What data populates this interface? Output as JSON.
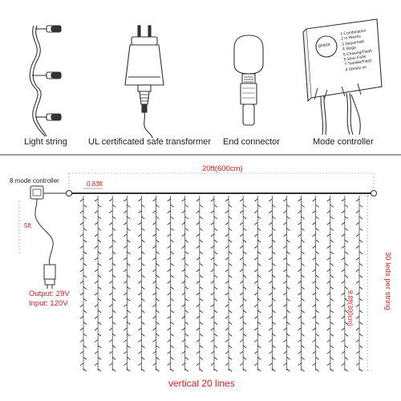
{
  "top_row": {
    "light_string": "Light string",
    "transformer": "UL certificated safe transformer",
    "end_connector": "End connector",
    "mode_controller": "Mode controller"
  },
  "controller_box": {
    "button_label": "press",
    "modes": [
      "1 Combination",
      "2 In Waves",
      "3 Sequential",
      "4 Slogs",
      "5 Chasing/Flash",
      "6 Slow Fade",
      "7 Twinkle/Flash",
      "8 Steady on"
    ]
  },
  "diagram": {
    "controller_label": "8 mode controller",
    "cable_length": "5ft",
    "output": "Output: 29V",
    "input": "Input: 120V",
    "total_width": "20ft(600cm)",
    "line_spacing": "0.83ft",
    "height": "9.8ft(300cm)",
    "leds_per_string": "30 leds per string",
    "vertical_lines": "vertical 20 lines"
  },
  "colors": {
    "accent_red": "#e0191b",
    "line": "#222222",
    "dimension": "#aaaaaa",
    "pin_red": "#e0191b"
  },
  "icons": [
    "light-string-icon",
    "plug-transformer-icon",
    "end-connector-icon",
    "mode-controller-icon"
  ],
  "chart_data": {
    "type": "diagram",
    "strands": 20,
    "leds_per_strand": 30
  }
}
